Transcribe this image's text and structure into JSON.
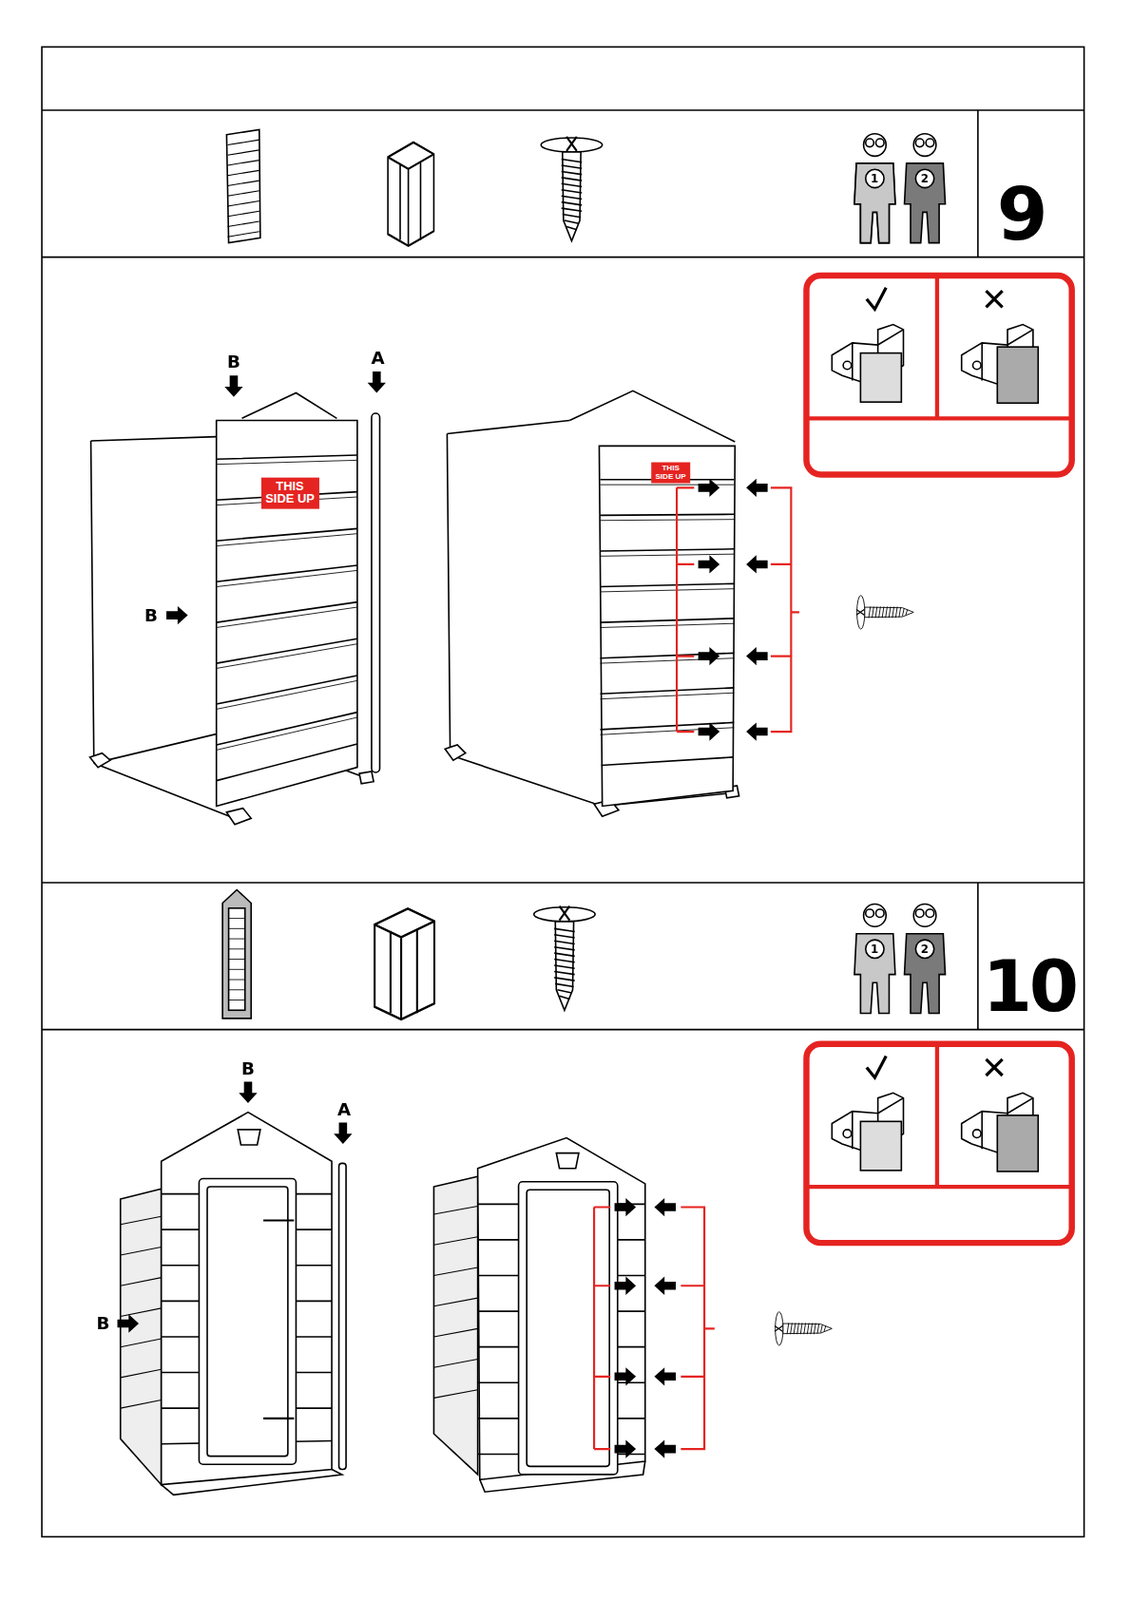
{
  "diagram": {
    "nodes": [
      {
        "text": [
          "THIS SIDE UP"
        ]
      },
      {
        "text": [
          "THIS SIDE UP"
        ]
      }
    ],
    "labels": [
      "9",
      "B",
      "A",
      "B",
      "1",
      "2",
      "10",
      "B",
      "A",
      "B",
      "1",
      "2"
    ]
  }
}
